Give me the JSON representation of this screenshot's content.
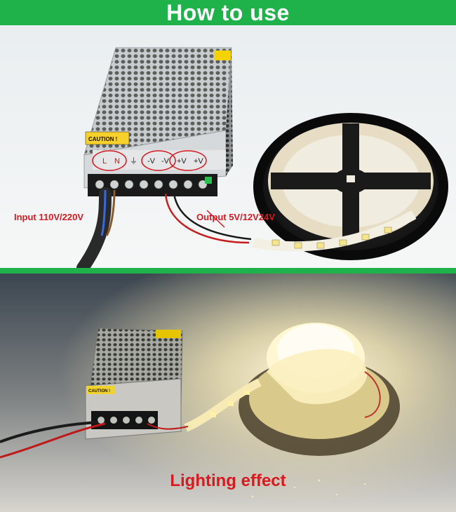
{
  "header": {
    "title": "How to use",
    "color": "#1fb24b"
  },
  "top_photo": {
    "label_input": "Input 110V/220V",
    "label_output": "Output 5V/12V24V",
    "supply_labels": {
      "caution": "CAUTION !",
      "terminal_L": "L",
      "terminal_N": "N",
      "terminal_ground": "⏚",
      "terminal_minus_1": "-V",
      "terminal_minus_2": "-V",
      "terminal_plus_1": "+V",
      "terminal_plus_2": "+V"
    }
  },
  "bottom_photo": {
    "label_lighting": "Lighting effect",
    "caution": "CAUTION !"
  },
  "colors": {
    "accent_green": "#1fb24b",
    "label_red": "#d71920"
  }
}
